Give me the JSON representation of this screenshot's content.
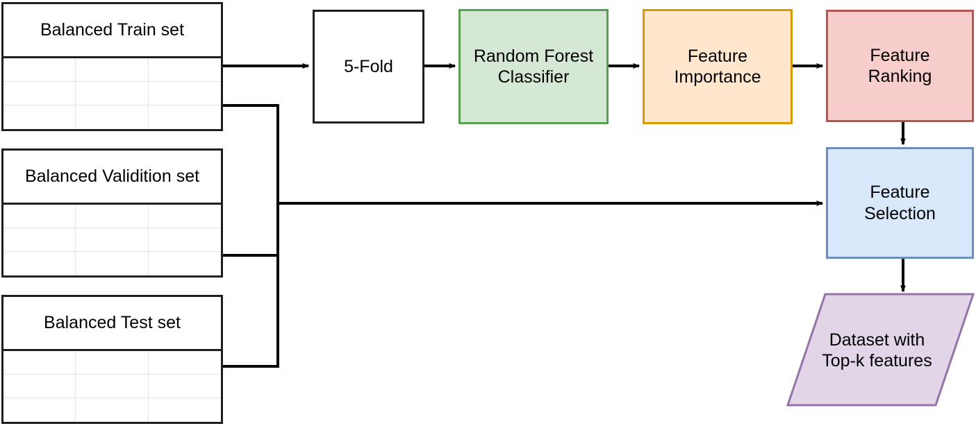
{
  "diagram": {
    "title": "Feature selection pipeline flowchart",
    "nodes": {
      "train_set": {
        "label": "Balanced Train set",
        "rows": 3,
        "cols": 3
      },
      "validation_set": {
        "label": "Balanced Validition set",
        "rows": 3,
        "cols": 3
      },
      "test_set": {
        "label": "Balanced Test set",
        "rows": 3,
        "cols": 3
      },
      "five_fold": {
        "label": "5-Fold"
      },
      "random_forest": {
        "label": "Random Forest\nClassifier"
      },
      "feature_importance": {
        "label": "Feature\nImportance"
      },
      "feature_ranking": {
        "label": "Feature\nRanking"
      },
      "feature_selection": {
        "label": "Feature\nSelection"
      },
      "dataset_topk": {
        "label": "Dataset with\nTop-k features"
      }
    },
    "colors": {
      "green_fill": "#d5e8d4",
      "green_stroke": "#56a14e",
      "orange_fill": "#ffe6cc",
      "orange_stroke": "#d79b00",
      "red_fill": "#f8cecc",
      "red_stroke": "#b85450",
      "blue_fill": "#dae8fc",
      "blue_stroke": "#6c8ebf",
      "purple_fill": "#e1d5e7",
      "purple_stroke": "#9673a6",
      "plain_fill": "#ffffff",
      "plain_stroke": "#1f1f1f",
      "connector": "#000000",
      "grid_line": "#e3e3e3",
      "background": "#ffffff"
    },
    "edges": [
      {
        "name": "train-to-5fold",
        "from": "train_set",
        "to": "five_fold",
        "arrow": true
      },
      {
        "name": "5fold-to-random-forest",
        "from": "five_fold",
        "to": "random_forest",
        "arrow": true
      },
      {
        "name": "random-forest-to-feature-importance",
        "from": "random_forest",
        "to": "feature_importance",
        "arrow": true
      },
      {
        "name": "feature-importance-to-feature-ranking",
        "from": "feature_importance",
        "to": "feature_ranking",
        "arrow": true
      },
      {
        "name": "feature-ranking-to-feature-selection",
        "from": "feature_ranking",
        "to": "feature_selection",
        "arrow": true
      },
      {
        "name": "datasets-bus-to-feature-selection",
        "from": "train_set,validation_set,test_set",
        "to": "feature_selection",
        "arrow": true
      },
      {
        "name": "feature-selection-to-dataset-topk",
        "from": "feature_selection",
        "to": "dataset_topk",
        "arrow": true
      }
    ]
  }
}
